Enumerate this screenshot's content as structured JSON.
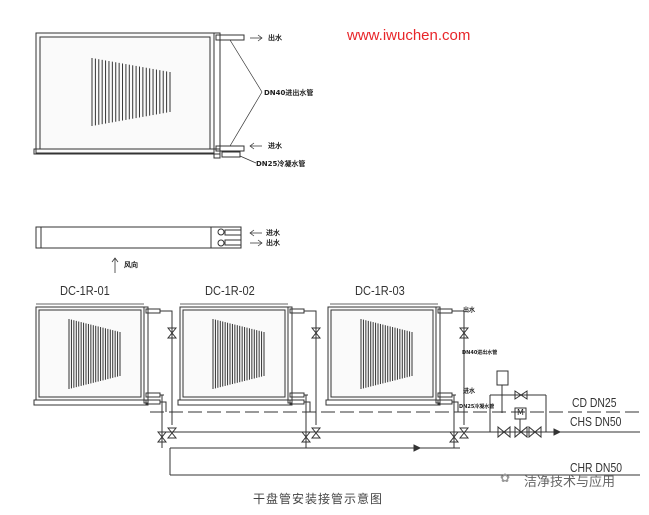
{
  "watermark_url": "www.iwuchen.com",
  "watermark_color": "#e8262a",
  "top_view": {
    "outlet": "出水",
    "inout_pipe": "DN40进出水管",
    "inlet": "进水",
    "condensate_pipe": "DN25冷凝水管"
  },
  "side_view": {
    "inlet": "进水",
    "outlet": "出水",
    "airflow": "风向"
  },
  "units": [
    "DC-1R-01",
    "DC-1R-02",
    "DC-1R-03"
  ],
  "unit3_labels": {
    "outlet": "出水",
    "inout_pipe": "DN40进出水管",
    "inlet": "进水",
    "condensate_pipe": "DN25冷凝水管"
  },
  "valve_label": "M",
  "pipes": {
    "cd": "CD DN25",
    "chs": "CHS DN50",
    "chr": "CHR DN50"
  },
  "wechat_source": "洁净技术与应用",
  "caption": "干盘管安装接管示意图"
}
